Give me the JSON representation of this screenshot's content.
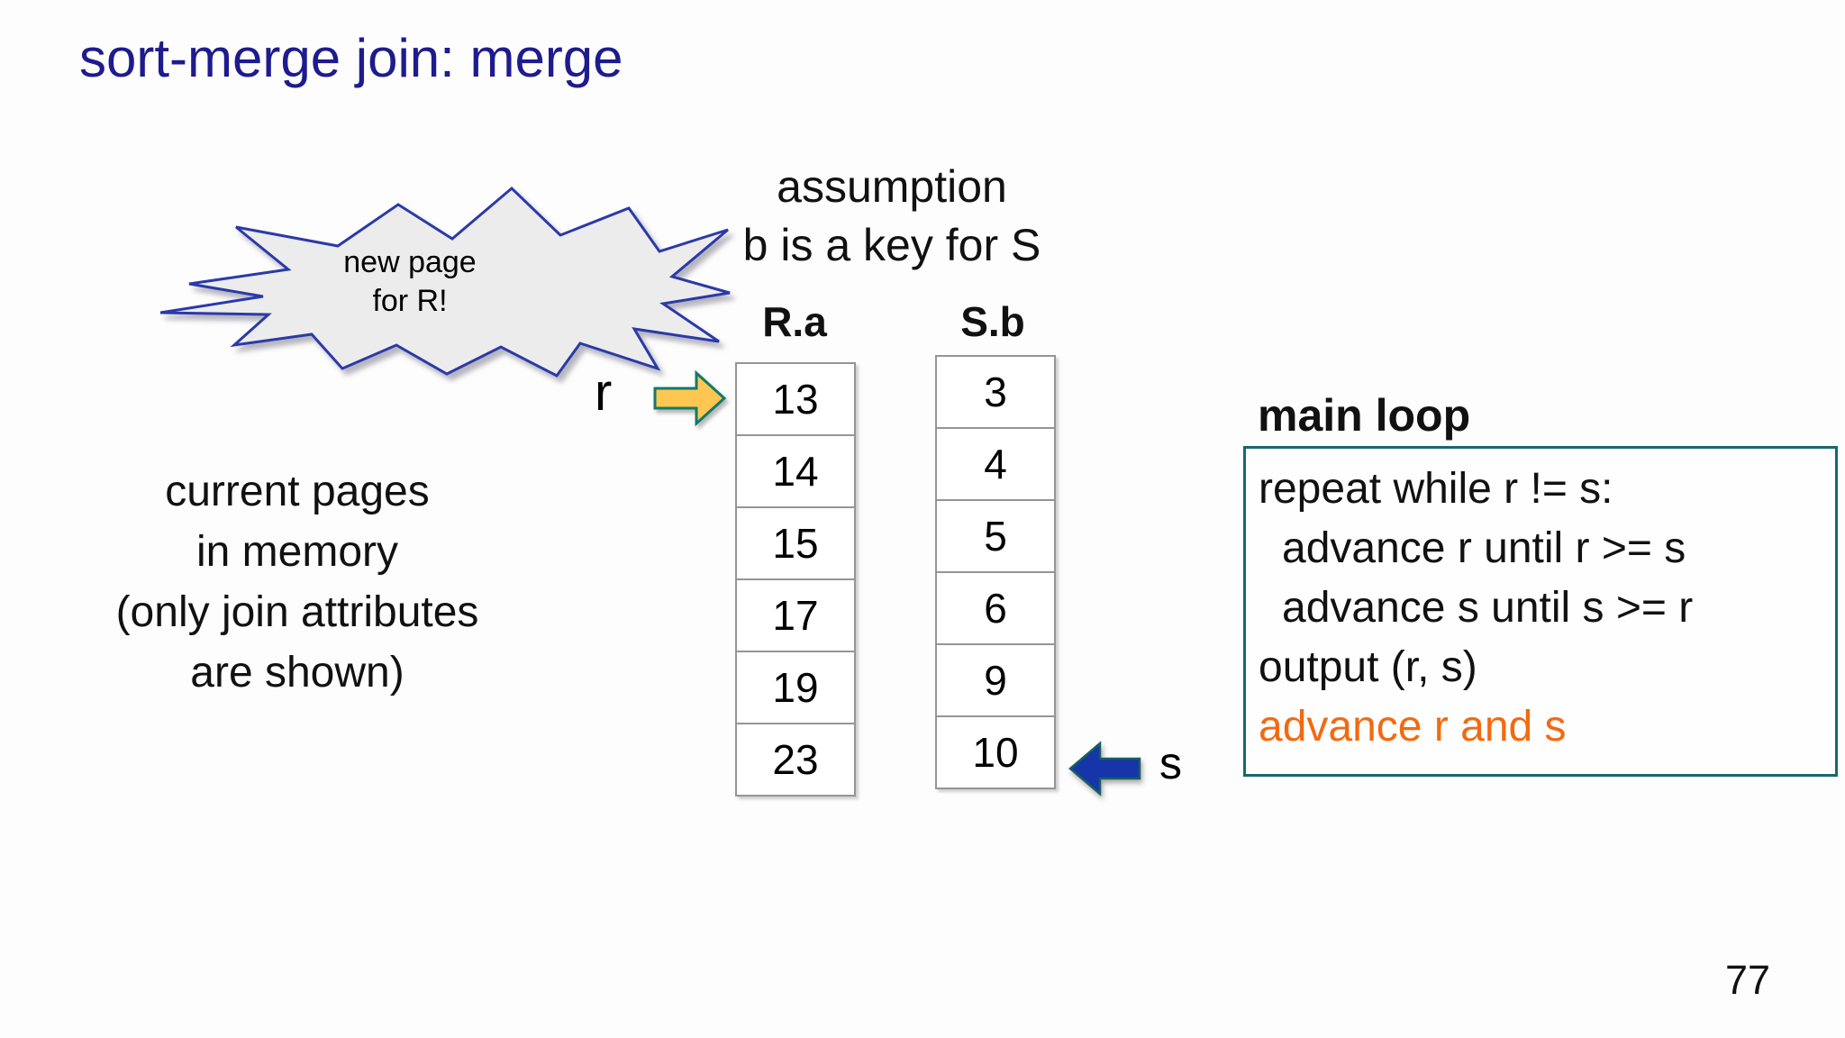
{
  "slide": {
    "title": "sort-merge join: merge",
    "page_number": "77"
  },
  "callout": {
    "line1": "new page",
    "line2": "for R!"
  },
  "assumption": {
    "line1": "assumption",
    "line2": "b is a key for S"
  },
  "memory_note": {
    "line1": "current pages",
    "line2": "in memory",
    "line3": "(only join attributes",
    "line4": "are shown)"
  },
  "tables": {
    "r": {
      "header": "R.a",
      "values": [
        "13",
        "14",
        "15",
        "17",
        "19",
        "23"
      ]
    },
    "s": {
      "header": "S.b",
      "values": [
        "3",
        "4",
        "5",
        "6",
        "9",
        "10"
      ]
    }
  },
  "pointers": {
    "r_label": "r",
    "s_label": "s"
  },
  "main_loop": {
    "title": "main loop",
    "lines": [
      {
        "text": "repeat while r != s:"
      },
      {
        "text": "advance r until r >= s"
      },
      {
        "text": "advance s until s >= r"
      },
      {
        "text": "output (r, s)"
      },
      {
        "text": "advance r and s"
      }
    ]
  },
  "colors": {
    "title_blue": "#1e1b8e",
    "starburst_fill": "#edecec",
    "starburst_stroke": "#2b3aa8",
    "arrow_r_fill": "#fec751",
    "arrow_r_stroke": "#127a68",
    "arrow_s_fill": "#1535a8",
    "arrow_s_stroke": "#185f62",
    "box_border_teal": "#17686f",
    "code_orange": "#f26a10",
    "cell_border_gray": "#959595"
  }
}
